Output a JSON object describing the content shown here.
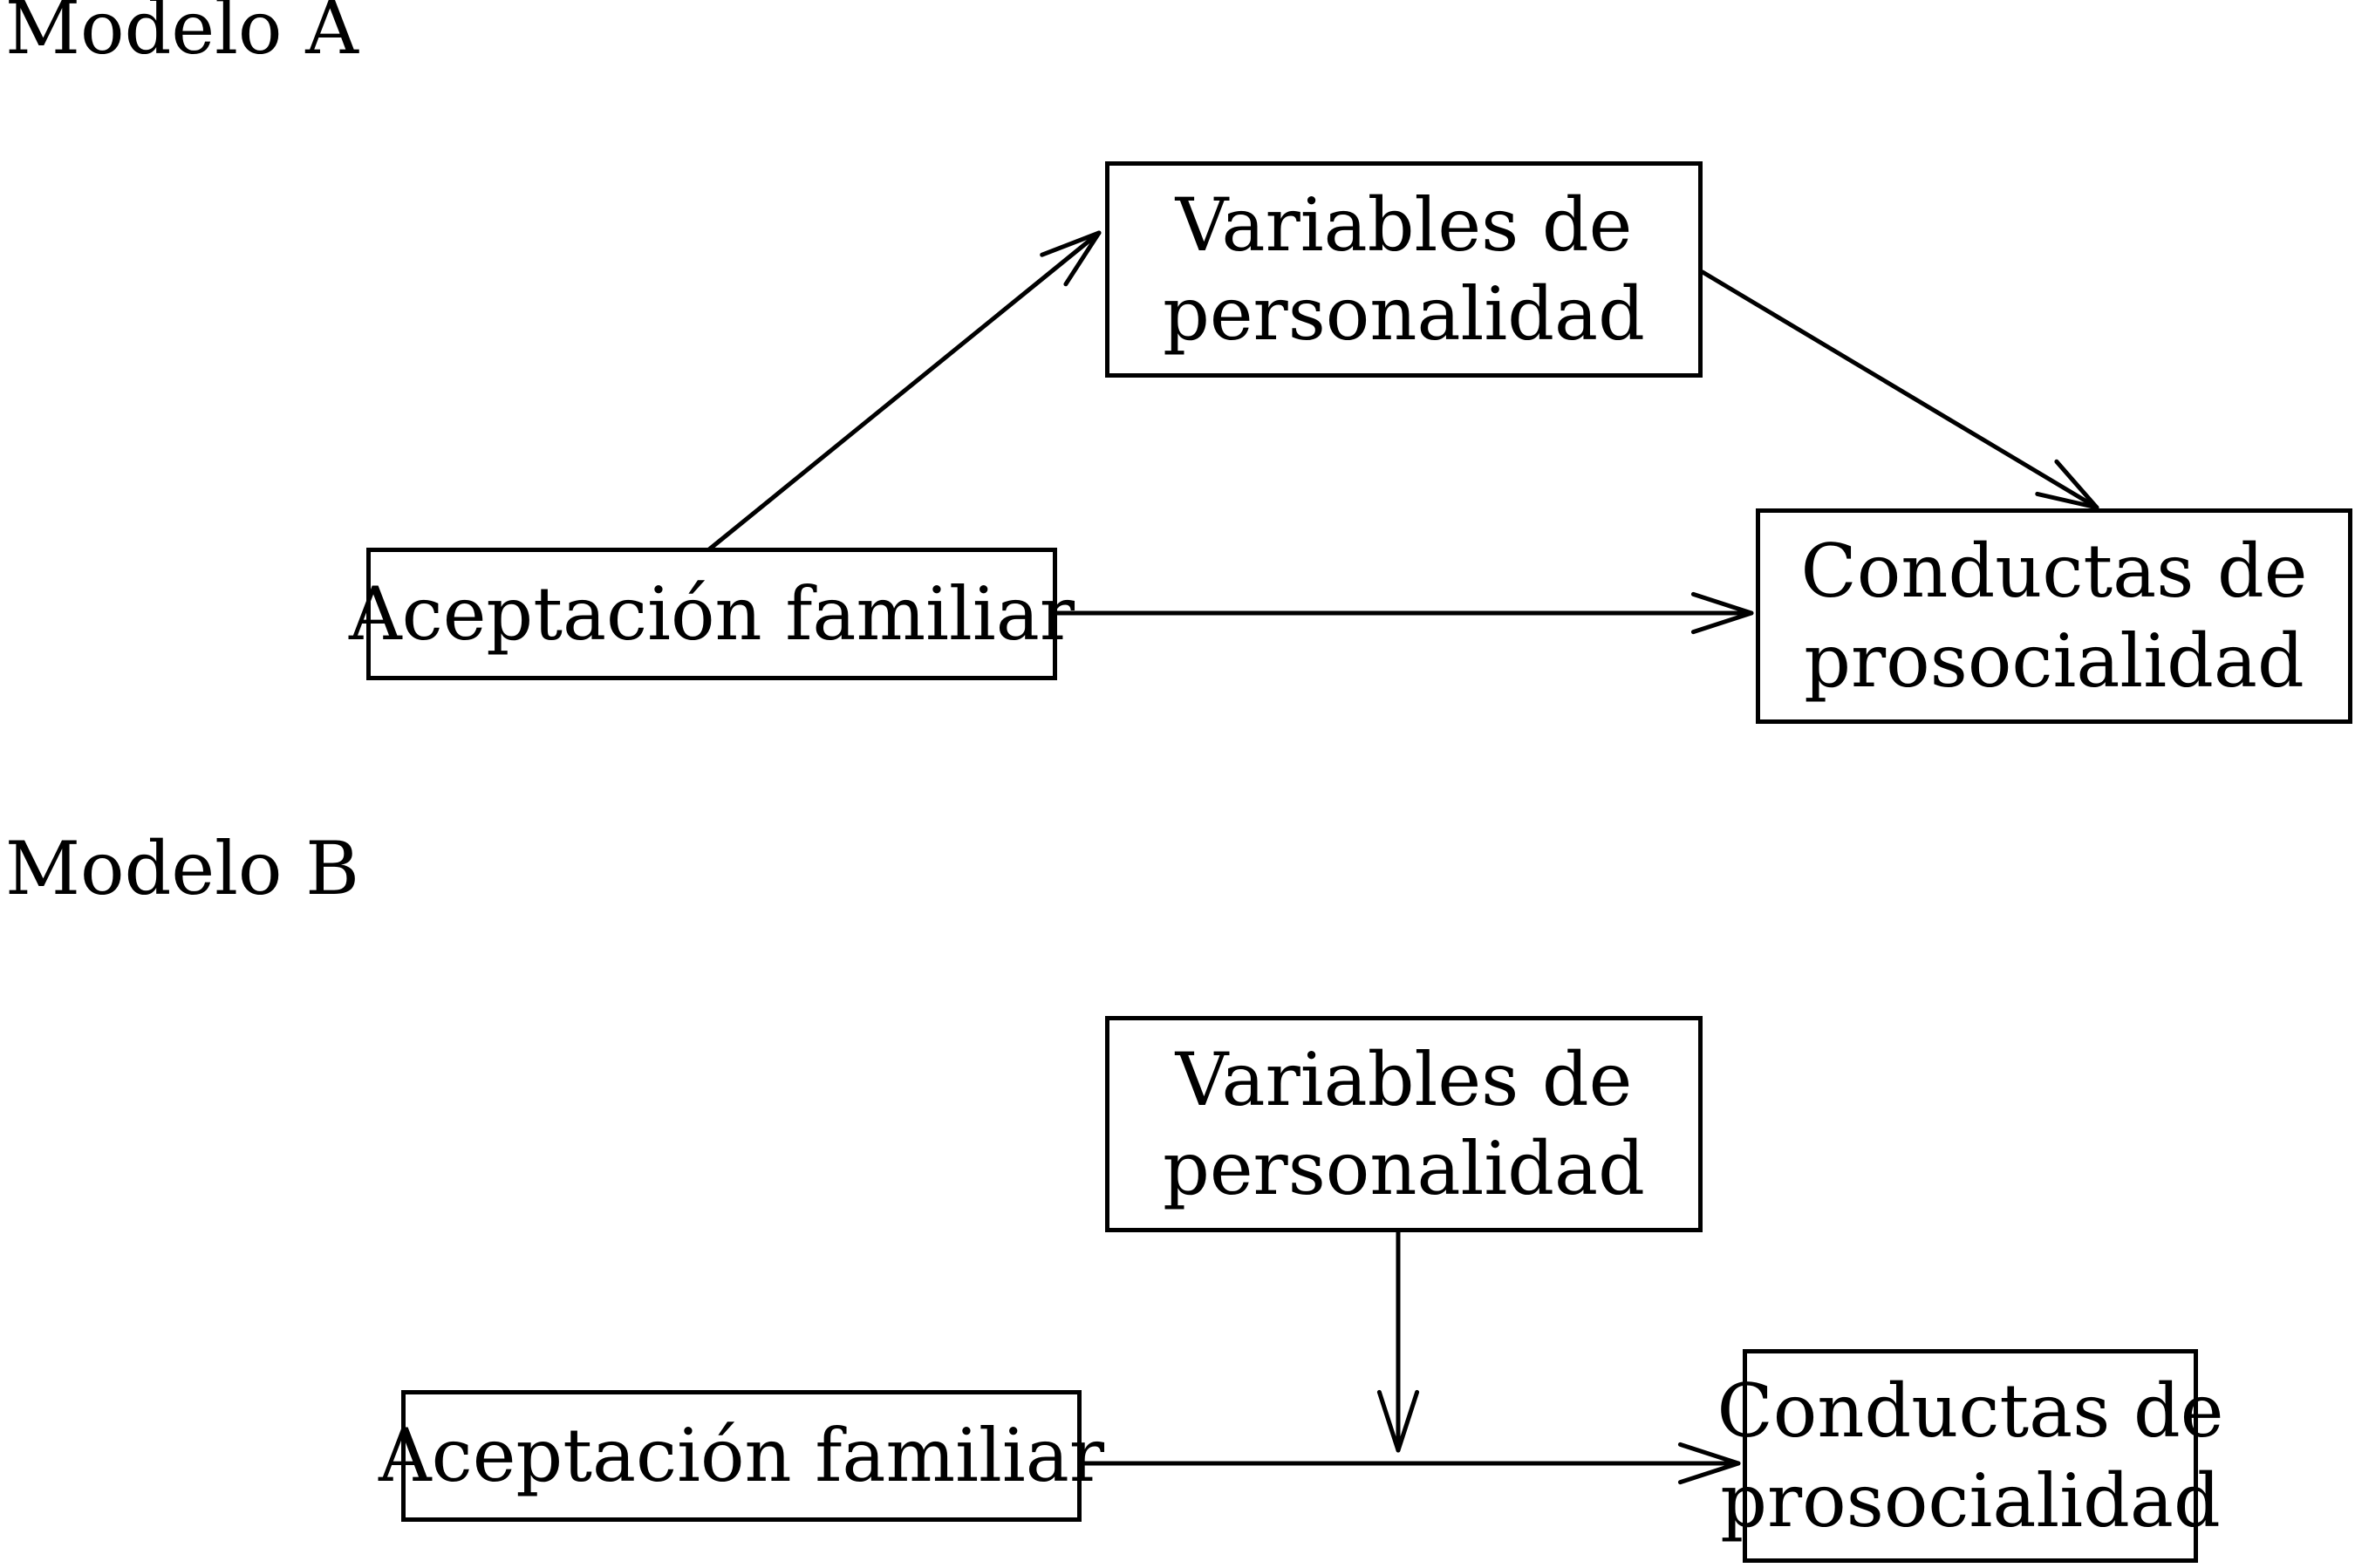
{
  "page": {
    "background_color": "#ffffff",
    "line_color": "#000000",
    "text_color": "#000000"
  },
  "model_a": {
    "label": "Modelo A",
    "predictor_box": "Aceptación familiar",
    "mediator_box_line1": "Variables de",
    "mediator_box_line2": "personalidad",
    "outcome_box_line1": "Conductas de",
    "outcome_box_line2": "prosocialidad",
    "arrows": [
      "aceptacion-familiar to variables-de-personalidad",
      "variables-de-personalidad to conductas-de-prosocialidad",
      "aceptacion-familiar to conductas-de-prosocialidad"
    ]
  },
  "model_b": {
    "label": "Modelo B",
    "predictor_box": "Aceptación familiar",
    "moderator_box_line1": "Variables de",
    "moderator_box_line2": "personalidad",
    "outcome_box_line1": "Conductas de",
    "outcome_box_line2": "prosocialidad",
    "arrows": [
      "variables-de-personalidad to aceptacion-conductas-path",
      "aceptacion-familiar to conductas-de-prosocialidad"
    ]
  }
}
